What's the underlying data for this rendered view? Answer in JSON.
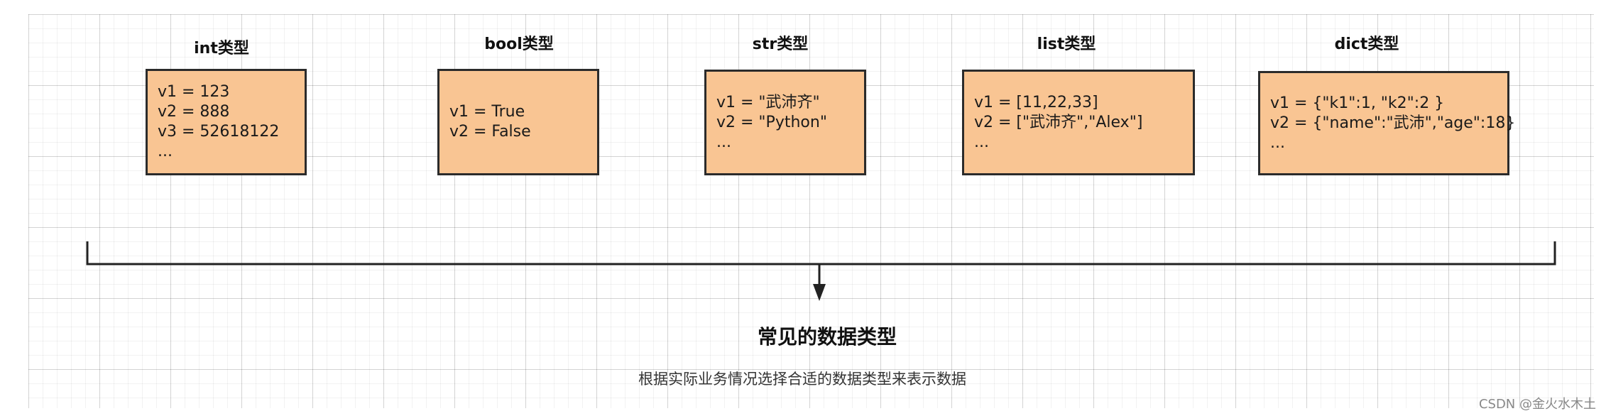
{
  "types": [
    {
      "title": "int类型",
      "lines": [
        "v1 = 123",
        "v2 = 888",
        "v3 = 52618122",
        "..."
      ]
    },
    {
      "title": "bool类型",
      "lines": [
        "v1 = True",
        "v2 = False"
      ]
    },
    {
      "title": "str类型",
      "lines": [
        "v1 = \"武沛齐\"",
        "v2 = \"Python\"",
        "..."
      ]
    },
    {
      "title": "list类型",
      "lines": [
        "v1 = [11,22,33]",
        "v2 = [\"武沛齐\",\"Alex\"]",
        "..."
      ]
    },
    {
      "title": "dict类型",
      "lines": [
        "v1 = {\"k1\":1, \"k2\":2 }",
        "v2 = {\"name\":\"武沛\",\"age\":18}",
        "..."
      ]
    }
  ],
  "summary": {
    "title": "常见的数据类型",
    "subtitle": "根据实际业务情况选择合适的数据类型来表示数据"
  },
  "watermark": "CSDN @金火水木土",
  "colors": {
    "box_fill": "#f9c593",
    "box_border": "#2b2b2b"
  }
}
